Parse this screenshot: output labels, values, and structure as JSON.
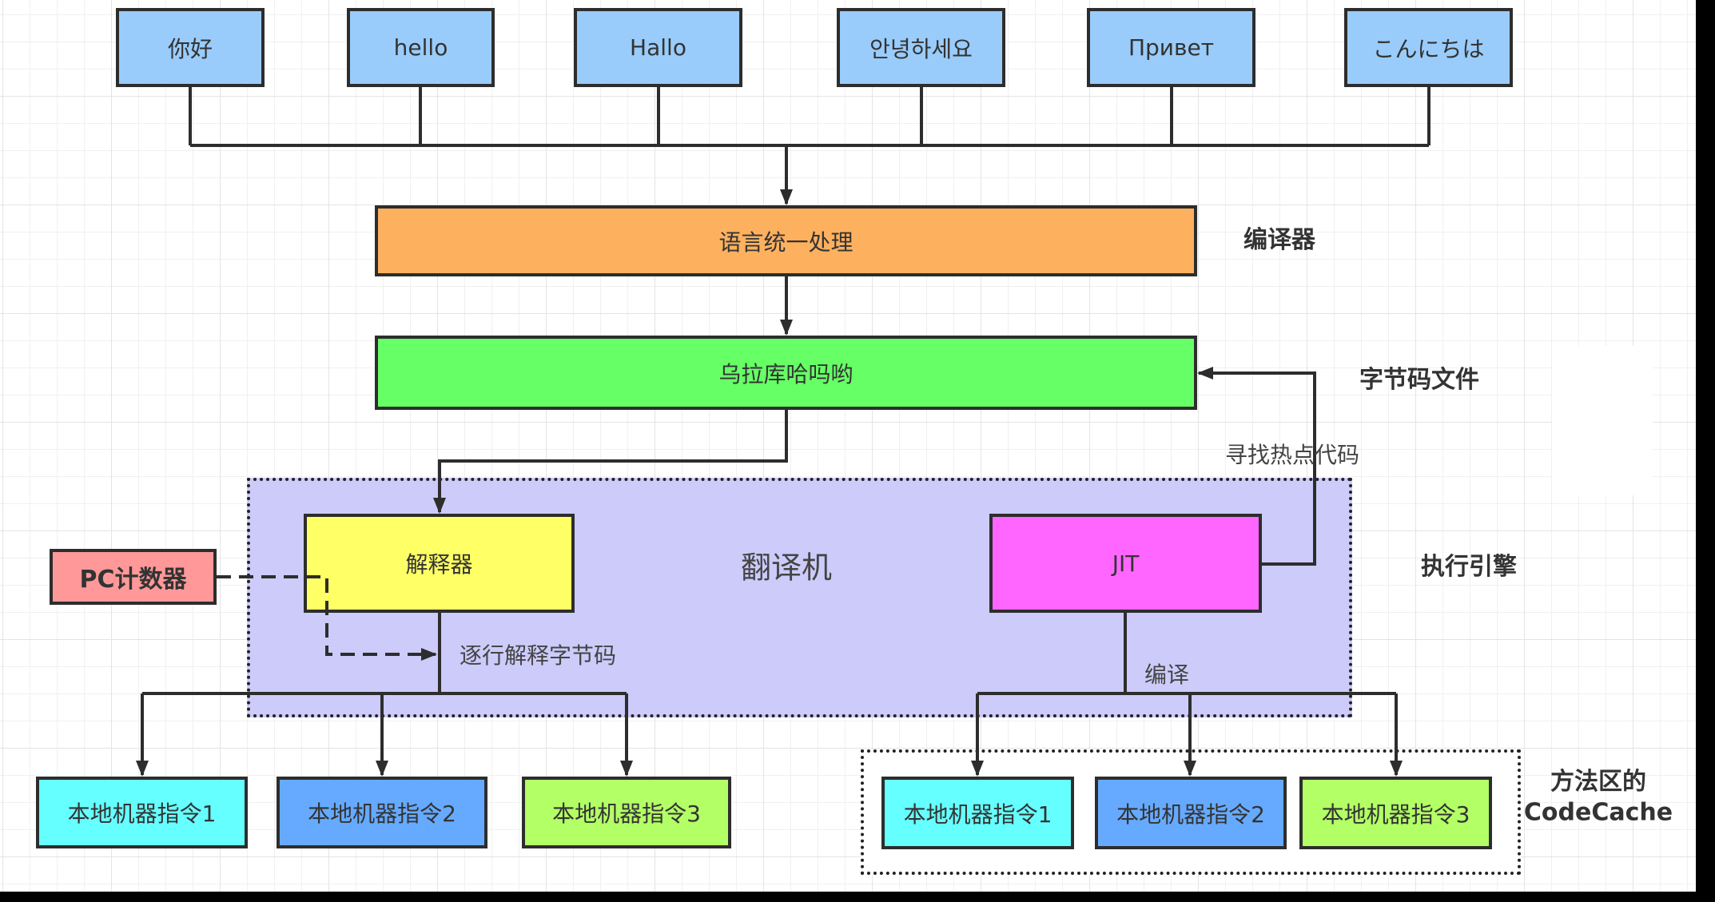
{
  "diagram": {
    "title": "JVM execution flow: compiler, bytecode, execution engine",
    "colors": {
      "greeting_box": "#99ccfa",
      "compiler_box": "#fdb15f",
      "bytecode_box": "#66ff66",
      "engine_region": "#cccbfa",
      "interpreter_box": "#ffff66",
      "jit_box": "#ff66ff",
      "pc_counter_box": "#ff9999",
      "native_1": "#66ffff",
      "native_2": "#66aaff",
      "native_3": "#b3ff66",
      "line": "#2d2d2d",
      "codecache_region": "#ffffff"
    },
    "greetings": [
      "你好",
      "hello",
      "Hallo",
      "안녕하세요",
      "Привет",
      "こんにちは"
    ],
    "compiler_box": "语言统一处理",
    "bytecode_box": "乌拉库哈吗哟",
    "engine_region_label": "翻译机",
    "interpreter_box": "解释器",
    "jit_box": "JIT",
    "pc_counter_box": "PC计数器",
    "edge_labels": {
      "interpret_line_by_line": "逐行解释字节码",
      "find_hot_code": "寻找热点代码",
      "compile": "编译"
    },
    "interpreter_outputs": [
      "本地机器指令1",
      "本地机器指令2",
      "本地机器指令3"
    ],
    "jit_outputs": [
      "本地机器指令1",
      "本地机器指令2",
      "本地机器指令3"
    ],
    "side_labels": {
      "compiler": "编译器",
      "bytecode_file": "字节码文件",
      "execution_engine": "执行引擎",
      "codecache_line1": "方法区的",
      "codecache_line2": "CodeCache"
    }
  }
}
